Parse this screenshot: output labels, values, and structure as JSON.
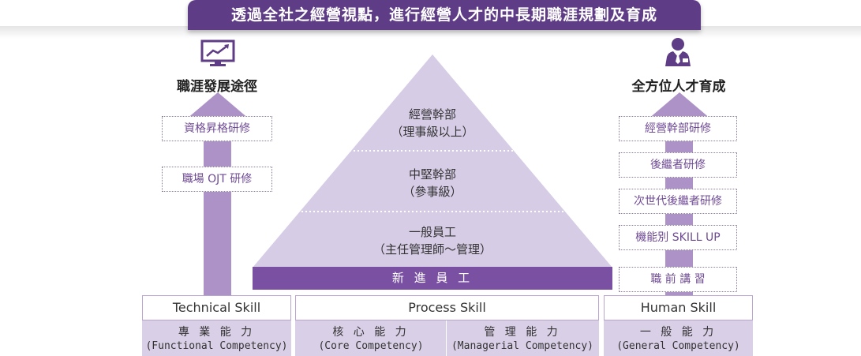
{
  "banner": {
    "title": "透過全社之經營視點，進行經營人才的中長期職涯規劃及育成"
  },
  "left": {
    "title": "職涯發展途徑",
    "icon": "monitor-chart-icon",
    "boxes": [
      "資格昇格研修",
      "職場 OJT 研修"
    ]
  },
  "right": {
    "title": "全方位人才育成",
    "icon": "business-person-icon",
    "boxes": [
      "經營幹部研修",
      "後繼者研修",
      "次世代後繼者研修",
      "機能別 SKILL UP",
      "職 前 講 習"
    ]
  },
  "pyramid": {
    "levels": [
      {
        "name": "經營幹部",
        "sub": "（理事級以上）"
      },
      {
        "name": "中堅幹部",
        "sub": "（參事級）"
      },
      {
        "name": "一般員工",
        "sub": "（主任管理師～管理）"
      }
    ],
    "base": "新 進 員 工"
  },
  "skills": {
    "technical": {
      "title": "Technical Skill",
      "label": "專 業 能 力",
      "sub": "(Functional Competency)"
    },
    "process": {
      "title": "Process Skill",
      "core_label": "核 心 能 力",
      "core_sub": "(Core Competency)",
      "managerial_label": "管 理 能 力",
      "managerial_sub": "(Managerial Competency)"
    },
    "human": {
      "title": "Human Skill",
      "label": "一 般 能 力",
      "sub": "(General Competency)"
    }
  },
  "colors": {
    "primary": "#5f3c86",
    "accent": "#7a50a2",
    "arrow": "#ad92c8",
    "pyramid": "#d6cce6"
  }
}
